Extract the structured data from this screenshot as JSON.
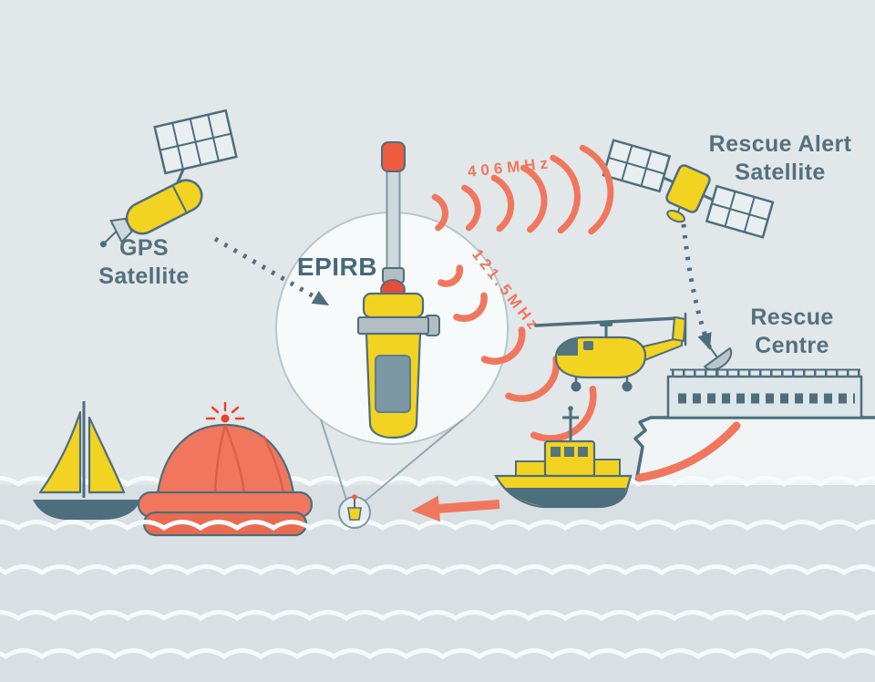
{
  "diagram": {
    "labels": {
      "gps_line1": "GPS",
      "gps_line2": "Satellite",
      "alert_line1": "Rescue Alert",
      "alert_line2": "Satellite",
      "centre_line1": "Rescue",
      "centre_line2": "Centre",
      "epirb": "EPIRB",
      "freq_406": "406MHz",
      "freq_121": "121.5MHz"
    },
    "colors": {
      "sky": "#e2e7e9",
      "sea": "#d9e0e3",
      "wave_line": "#f7fafb",
      "device_yellow": "#f3d321",
      "signal_salmon": "#f0775e",
      "strobe_red": "#e8422c",
      "outline_slate": "#4d6e7d",
      "label_text": "#53707f",
      "cliff_white": "#f0f4f5",
      "circle_fill": "#f7fafa"
    }
  }
}
